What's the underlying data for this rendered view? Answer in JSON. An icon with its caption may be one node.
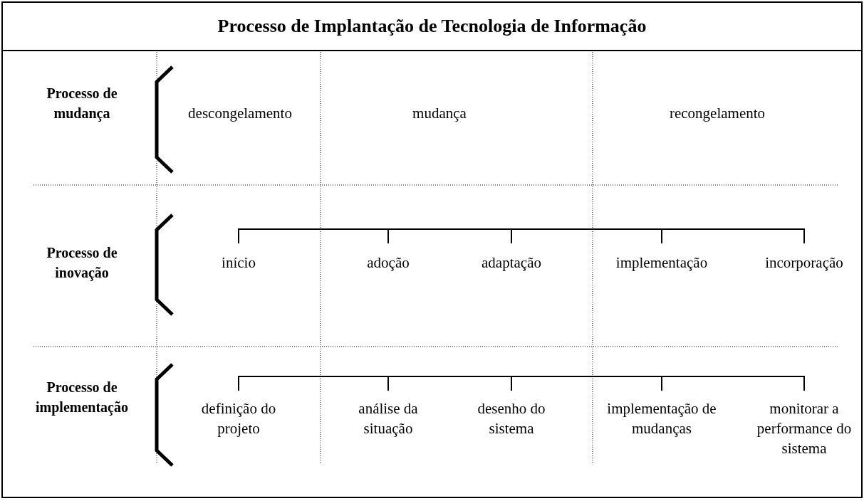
{
  "diagram": {
    "title": "Processo de Implantação de Tecnologia de Informação",
    "labels": [
      "Processo de mudança",
      "descongelamento",
      "mudança",
      "recongelamento",
      "Processo de inovação",
      "início",
      "adoção",
      "adaptação",
      "implementação",
      "incorporação",
      "Processo de implementação",
      "definição do projeto",
      "análise da situação",
      "desenho do sistema",
      "implementação de mudanças",
      "monitorar a performance do sistema"
    ]
  }
}
